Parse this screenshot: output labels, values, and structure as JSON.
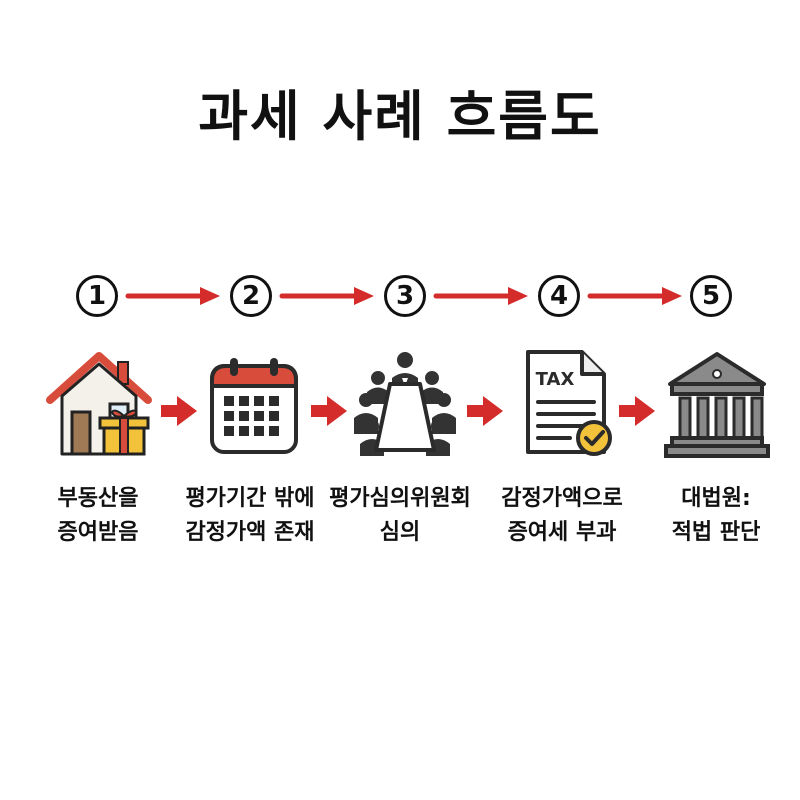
{
  "title": "과세 사례 흐름도",
  "colors": {
    "arrow": "#d42b2b",
    "outline": "#2b2b2b",
    "gold": "#f2c23b",
    "brown": "#9f7a54",
    "red": "#d84c3c",
    "gray": "#8a8a8a"
  },
  "steps": [
    {
      "number": "1",
      "icon": "house-gift-icon",
      "label": [
        "부동산을",
        "증여받음"
      ]
    },
    {
      "number": "2",
      "icon": "calendar-icon",
      "label": [
        "평가기간 밖에",
        "감정가액 존재"
      ]
    },
    {
      "number": "3",
      "icon": "meeting-table-icon",
      "label": [
        "평가심의위원회",
        "심의"
      ]
    },
    {
      "number": "4",
      "icon": "tax-document-icon",
      "label": [
        "감정가액으로",
        "증여세 부과"
      ],
      "icon_text": "TAX"
    },
    {
      "number": "5",
      "icon": "court-building-icon",
      "label": [
        "대법원:",
        "적법 판단"
      ]
    }
  ]
}
